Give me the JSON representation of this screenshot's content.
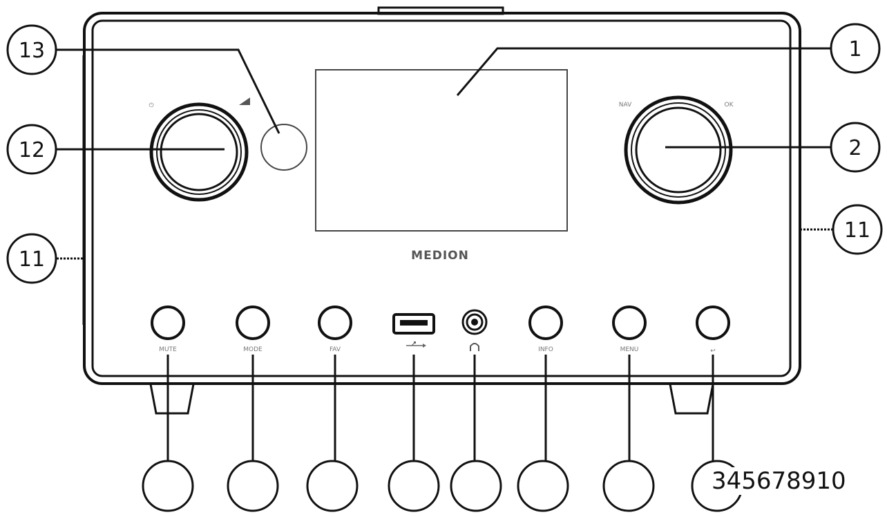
{
  "brand": "MEDION",
  "knob_labels": {
    "power_symbol": "⏻",
    "nav": "NAV",
    "ok": "OK"
  },
  "button_labels": {
    "mute": "MUTE",
    "mode": "MODE",
    "fav": "FAV",
    "info": "INFO",
    "menu": "MENU",
    "back_symbol": "↩"
  },
  "callouts": {
    "display": "1",
    "nav_ok_knob": "2",
    "power_volume_knob": "12",
    "sensor": "13",
    "side_left": "11",
    "side_right": "11"
  },
  "bottom_callout_digits": "345678910"
}
